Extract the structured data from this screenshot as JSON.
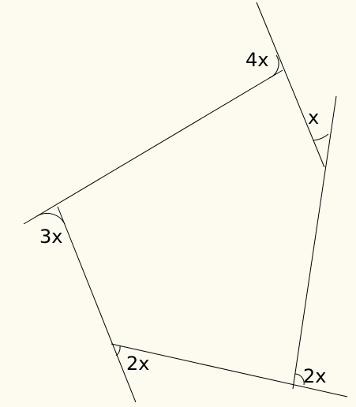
{
  "diagram": {
    "background": "#FDFBF0",
    "stroke_color": "#000000",
    "angle_labels": {
      "top_right": "4x",
      "right": "x",
      "left": "3x",
      "bottom_left": "2x",
      "bottom_right": "2x"
    }
  }
}
